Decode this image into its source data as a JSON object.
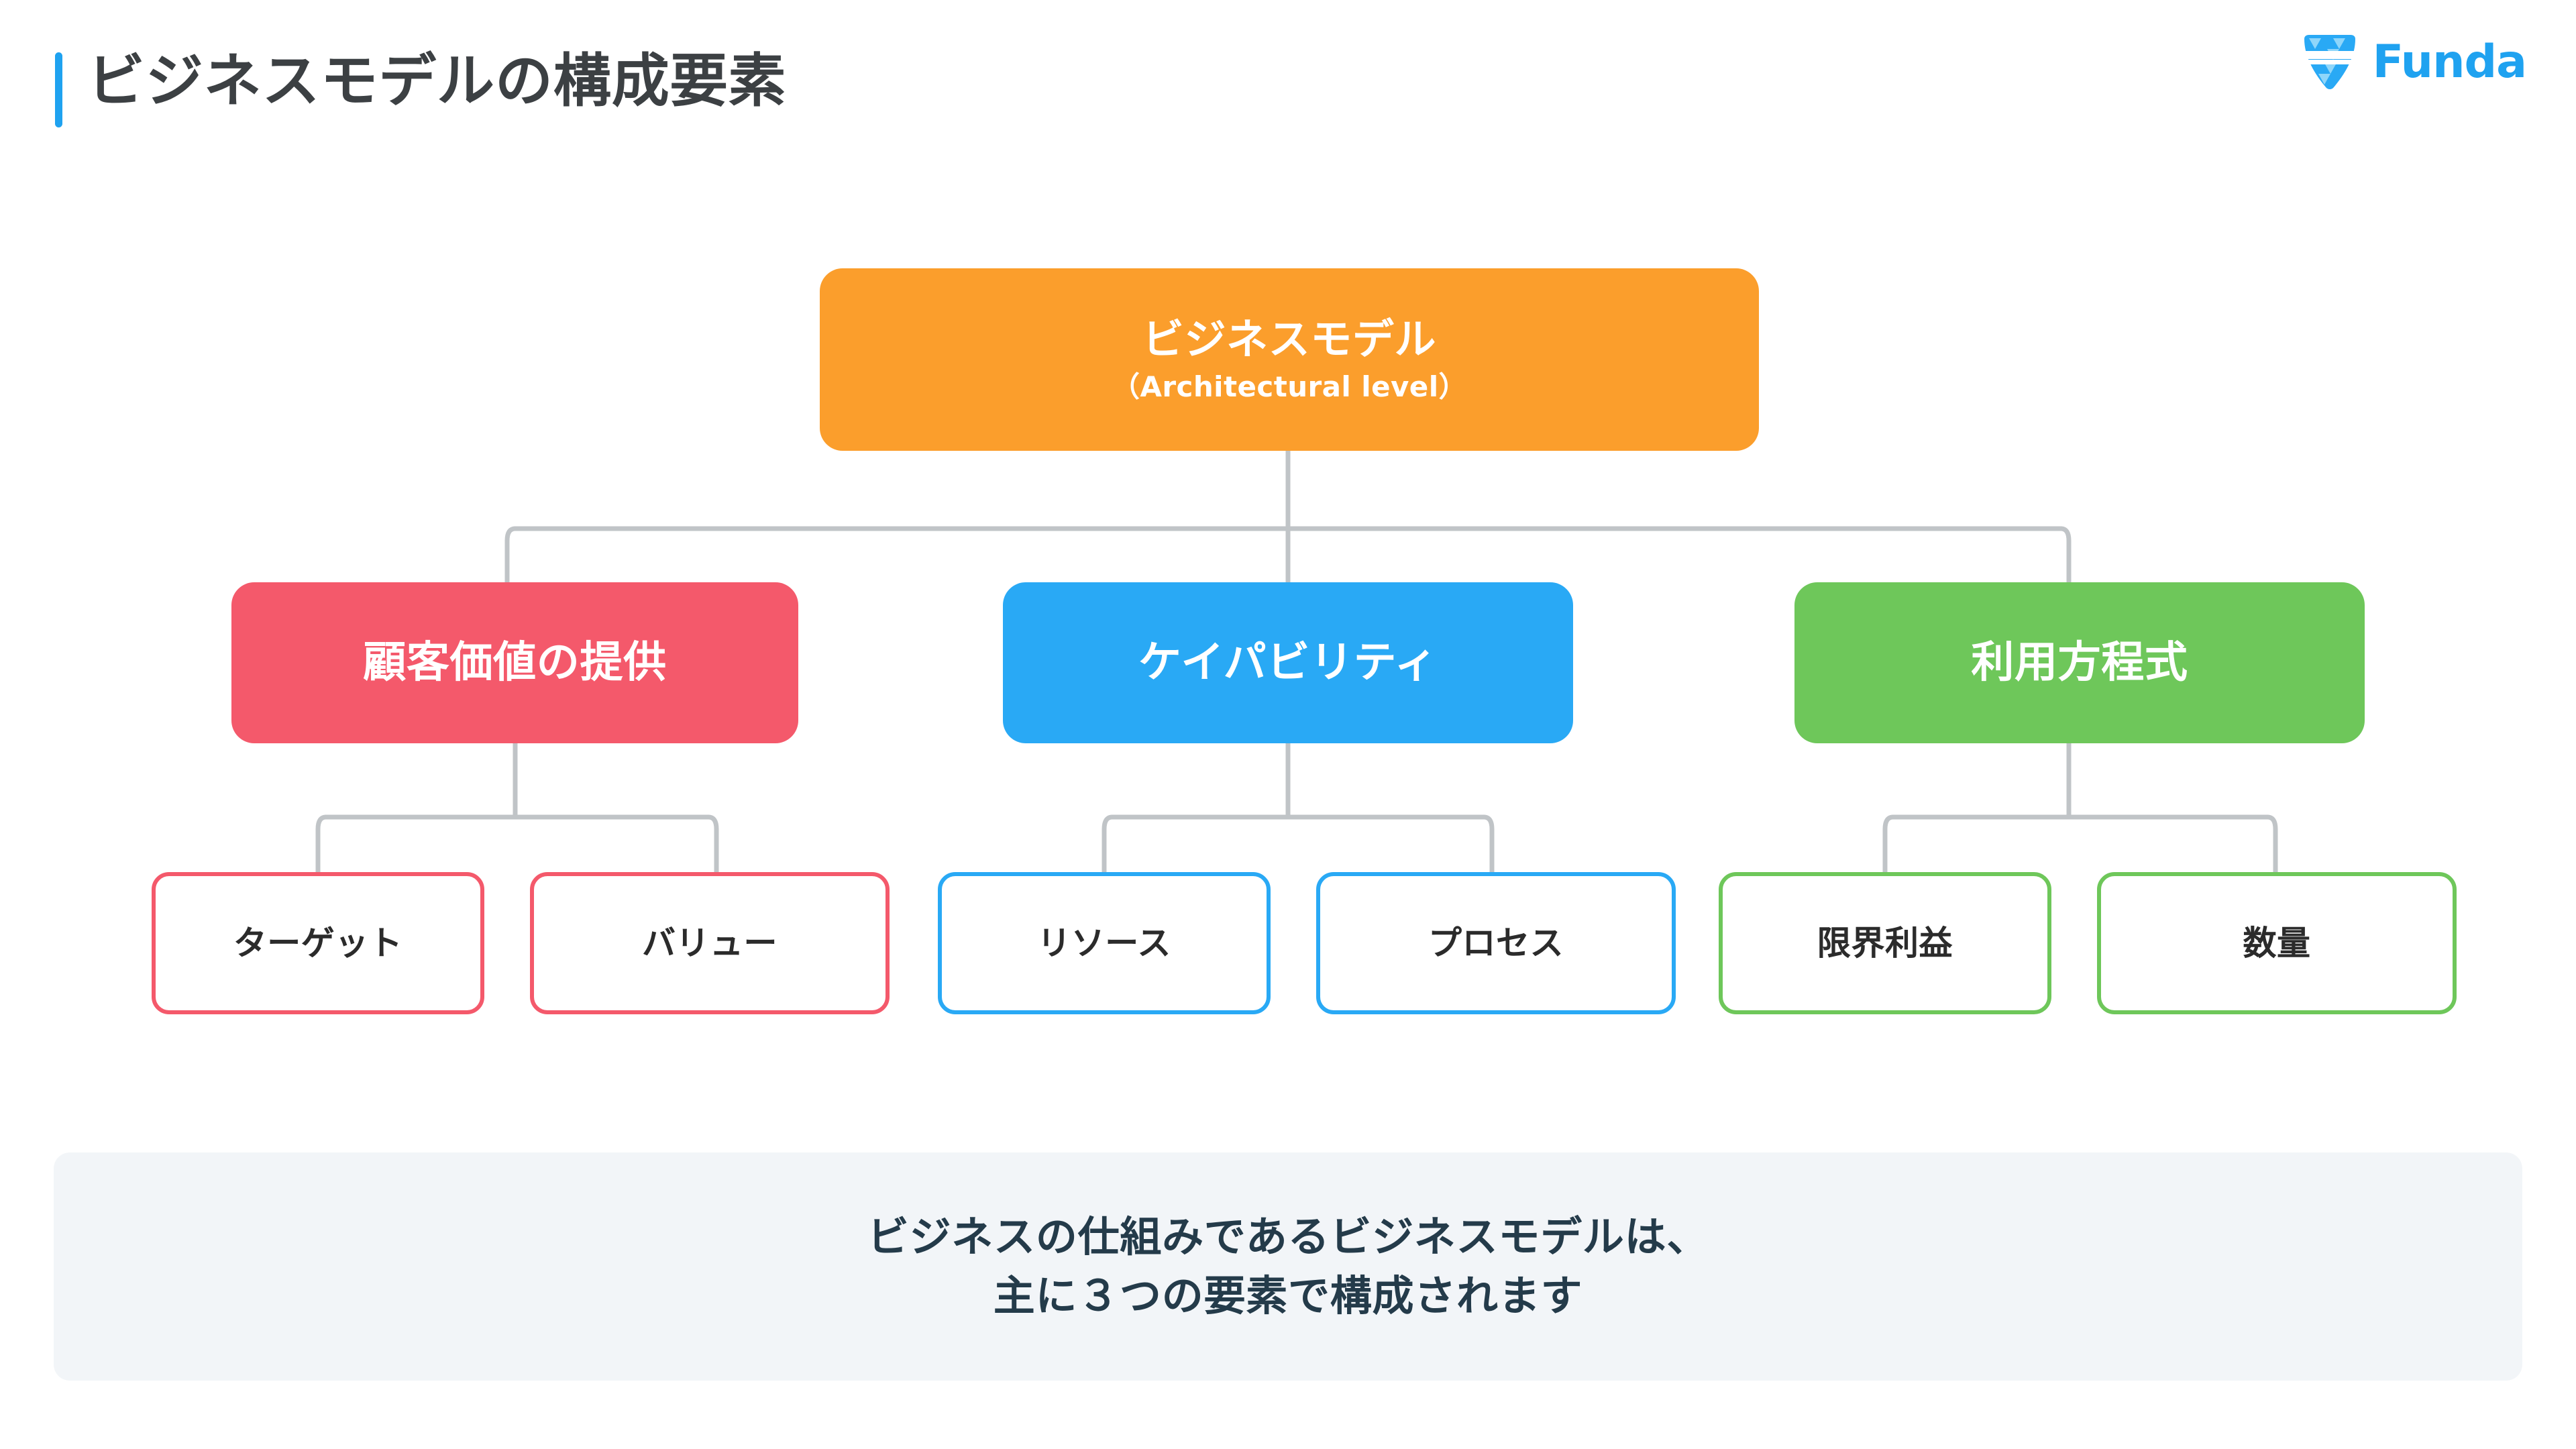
{
  "header": {
    "title": "ビジネスモデルの構成要素",
    "accent_color": "#1FA2F0",
    "title_color": "#3C4043",
    "logo": {
      "name": "Funda",
      "mark_icon": "funda-diamond-icon",
      "color": "#1FA2F0",
      "mark_light_color": "#8FD6FA"
    }
  },
  "diagram": {
    "root": {
      "label": "ビジネスモデル",
      "sublabel": "（Architectural level）",
      "color": "#FB9E2C"
    },
    "branches": [
      {
        "label": "顧客価値の提供",
        "color": "#F4596B",
        "children": [
          {
            "label": "ターゲット"
          },
          {
            "label": "バリュー"
          }
        ]
      },
      {
        "label": "ケイパビリティ",
        "color": "#29A9F5",
        "children": [
          {
            "label": "リソース"
          },
          {
            "label": "プロセス"
          }
        ]
      },
      {
        "label": "利用方程式",
        "color": "#6EC75A",
        "children": [
          {
            "label": "限界利益"
          },
          {
            "label": "数量"
          }
        ]
      }
    ],
    "connector_color": "#C0C4C7"
  },
  "caption": {
    "lines": [
      "ビジネスの仕組みであるビジネスモデルは、",
      "主に３つの要素で構成されます"
    ],
    "background": "#F2F5F8",
    "text_color": "#243B4A"
  }
}
